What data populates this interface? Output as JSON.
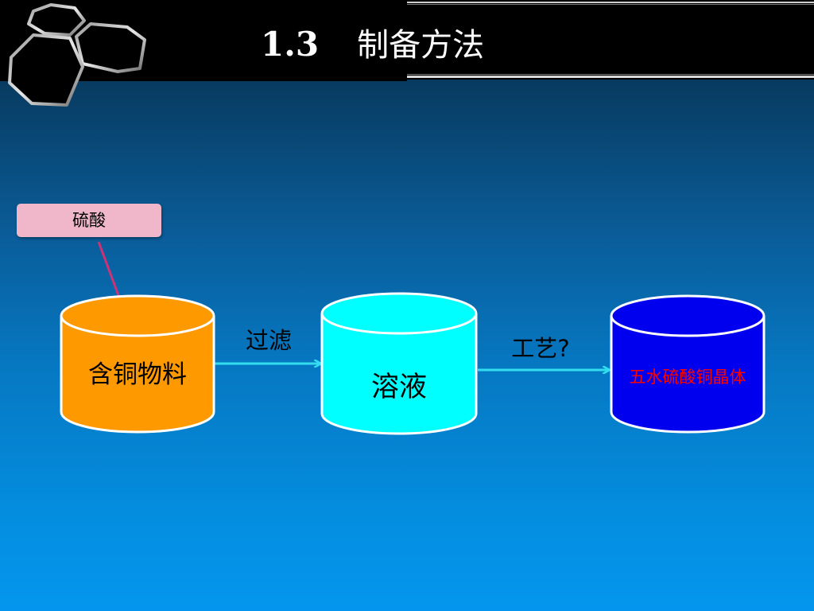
{
  "title": {
    "number": "1.3",
    "text": "制备方法"
  },
  "reagent": {
    "label": "硫酸",
    "fill": "#efb7c9"
  },
  "nodes": [
    {
      "id": "raw",
      "label": "含铜物料",
      "fill": "#ff9900",
      "label_color": "#000000"
    },
    {
      "id": "solution",
      "label": "溶液",
      "fill": "#00ffff",
      "label_color": "#000000"
    },
    {
      "id": "product",
      "label": "五水硫酸铜晶体",
      "fill": "#0000ee",
      "label_color": "#ff0000"
    }
  ],
  "edges": [
    {
      "from": "raw",
      "to": "solution",
      "label": "过滤",
      "color": "#33ddee"
    },
    {
      "from": "solution",
      "to": "product",
      "label": "工艺?",
      "color": "#33ddee"
    },
    {
      "from": "reagent",
      "to": "raw",
      "label": "",
      "color": "#cc3377"
    }
  ],
  "colors": {
    "header": "#000000",
    "node_outline": "#ffffff",
    "edge_label": "#000000"
  }
}
